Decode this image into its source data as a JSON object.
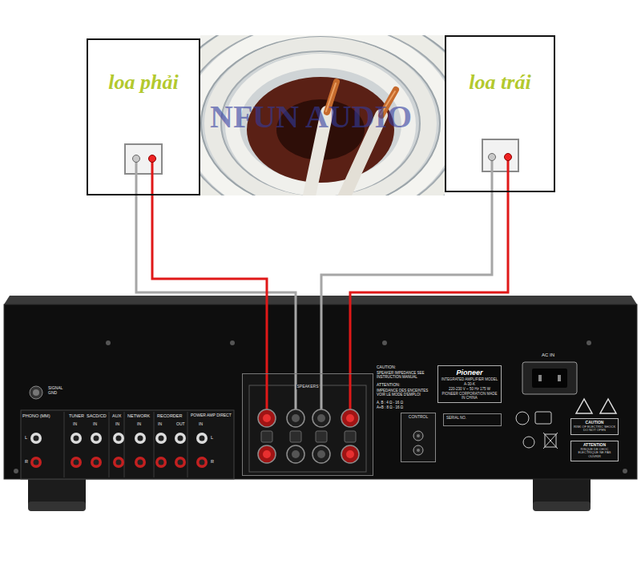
{
  "diagram": {
    "nodes": [
      {
        "text": [
          "loa phải"
        ]
      },
      {
        "text": [
          "loa trái"
        ]
      },
      {
        "text": [
          "SPEAKERS"
        ]
      },
      {
        "text": [
          "Pioneer",
          "INTEGRATED AMPLIFIER MODEL A-30-K",
          "220-230 V ~ 50 Hz 175 W",
          "PIONEER CORPORATION MADE IN CHINA"
        ]
      },
      {
        "text": [
          "CONTROL"
        ]
      },
      {
        "text": [
          "SERIAL NO."
        ]
      },
      {
        "text": [
          "CAUTION",
          "RISK OF ELECTRIC SHOCK DO NOT OPEN"
        ]
      },
      {
        "text": [
          "ATTENTION",
          "RISQUE DE CHOC ELECTRIQUE NE PAS OUVRIR"
        ]
      }
    ],
    "edges": [
      {
        "from": 0,
        "to": 2,
        "arrow": "none"
      },
      {
        "from": 0,
        "to": 2,
        "arrow": "none"
      },
      {
        "from": 1,
        "to": 2,
        "arrow": "none"
      },
      {
        "from": 1,
        "to": 2,
        "arrow": "none"
      }
    ],
    "labels": [
      "NFUN AUDIO",
      "SIGNAL GND",
      "PHONO (MM)",
      "TUNER",
      "SACD/CD",
      "AUX",
      "NETWORK",
      "RECORDER",
      "POWER AMP DIRECT",
      "IN",
      "IN",
      "IN",
      "IN",
      "IN",
      "OUT",
      "IN",
      "L",
      "R",
      "L",
      "R",
      "CAUTION:",
      "SPEAKER IMPEDANCE SEE INSTRUCTION MANUAL",
      "ATTENTION:",
      "IMPEDANCE DES ENCEINTES VOIR LE MODE D'EMPLOI",
      "A, B : 4 Ω - 16 Ω",
      "A+B : 8 Ω - 16 Ω",
      "AC IN"
    ]
  }
}
